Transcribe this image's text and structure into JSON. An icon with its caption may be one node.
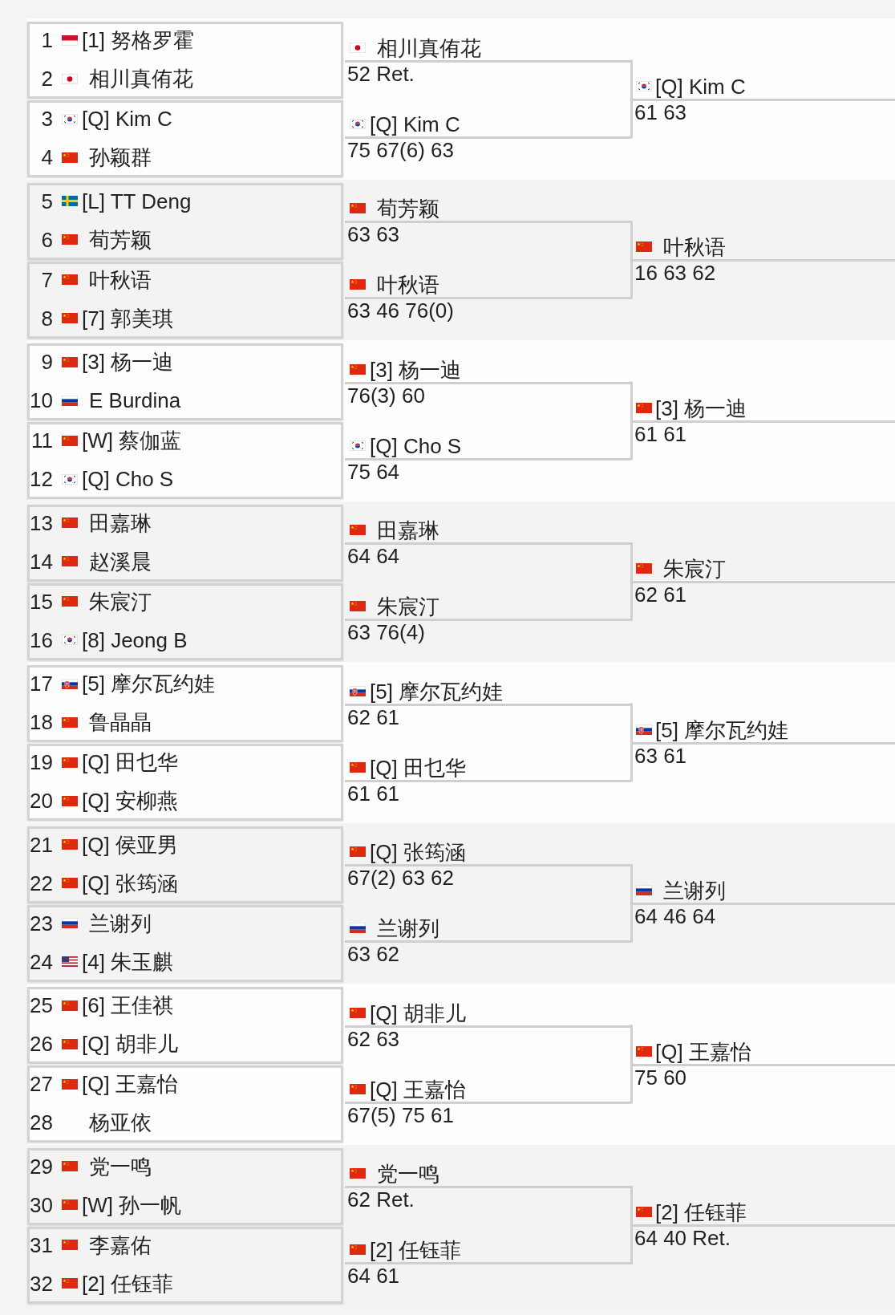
{
  "diagram": {
    "nodes": [
      {
        "text": [
          "1",
          "[1] 努格罗霍",
          "2",
          "相川真侑花"
        ]
      },
      {
        "text": [
          "3",
          "[Q] Kim C",
          "4",
          "孙颖群"
        ]
      },
      {
        "text": [
          "相川真侑花"
        ],
        "beside": [
          "52 Ret."
        ]
      },
      {
        "text": [
          "[Q] Kim C"
        ],
        "beside": [
          "75 67(6) 63"
        ]
      },
      {
        "text": [
          "[Q] Kim C"
        ],
        "beside": [
          "61 63"
        ]
      },
      {
        "text": [
          "5",
          "[L] TT Deng",
          "6",
          "荀芳颖"
        ]
      },
      {
        "text": [
          "7",
          "叶秋语",
          "8",
          "[7] 郭美琪"
        ]
      },
      {
        "text": [
          "荀芳颖"
        ],
        "beside": [
          "63 63"
        ]
      },
      {
        "text": [
          "叶秋语"
        ],
        "beside": [
          "63 46 76(0)"
        ]
      },
      {
        "text": [
          "叶秋语"
        ],
        "beside": [
          "16 63 62"
        ]
      },
      {
        "text": [
          "9",
          "[3] 杨一迪",
          "10",
          "E Burdina"
        ]
      },
      {
        "text": [
          "11",
          "[W] 蔡伽蓝",
          "12",
          "[Q] Cho S"
        ]
      },
      {
        "text": [
          "[3] 杨一迪"
        ],
        "beside": [
          "76(3) 60"
        ]
      },
      {
        "text": [
          "[Q] Cho S"
        ],
        "beside": [
          "75 64"
        ]
      },
      {
        "text": [
          "[3] 杨一迪"
        ],
        "beside": [
          "61 61"
        ]
      },
      {
        "text": [
          "13",
          "田嘉琳",
          "14",
          "赵溪晨"
        ]
      },
      {
        "text": [
          "15",
          "朱宸汀",
          "16",
          "[8] Jeong B"
        ]
      },
      {
        "text": [
          "田嘉琳"
        ],
        "beside": [
          "64 64"
        ]
      },
      {
        "text": [
          "朱宸汀"
        ],
        "beside": [
          "63 76(4)"
        ]
      },
      {
        "text": [
          "朱宸汀"
        ],
        "beside": [
          "62 61"
        ]
      },
      {
        "text": [
          "17",
          "[5] 摩尔瓦约娃",
          "18",
          "鲁晶晶"
        ]
      },
      {
        "text": [
          "19",
          "[Q] 田乜华",
          "20",
          "[Q] 安柳燕"
        ]
      },
      {
        "text": [
          "[5] 摩尔瓦约娃"
        ],
        "beside": [
          "62 61"
        ]
      },
      {
        "text": [
          "[Q] 田乜华"
        ],
        "beside": [
          "61 61"
        ]
      },
      {
        "text": [
          "[5] 摩尔瓦约娃"
        ],
        "beside": [
          "63 61"
        ]
      },
      {
        "text": [
          "21",
          "[Q] 侯亚男",
          "22",
          "[Q] 张筠涵"
        ]
      },
      {
        "text": [
          "23",
          "兰谢列",
          "24",
          "[4] 朱玉麒"
        ]
      },
      {
        "text": [
          "[Q] 张筠涵"
        ],
        "beside": [
          "67(2) 63 62"
        ]
      },
      {
        "text": [
          "兰谢列"
        ],
        "beside": [
          "63 62"
        ]
      },
      {
        "text": [
          "兰谢列"
        ],
        "beside": [
          "64 46 64"
        ]
      },
      {
        "text": [
          "25",
          "[6] 王佳祺",
          "26",
          "[Q] 胡非儿"
        ]
      },
      {
        "text": [
          "27",
          "[Q] 王嘉怡",
          "28",
          "杨亚依"
        ]
      },
      {
        "text": [
          "[Q] 胡非儿"
        ],
        "beside": [
          "62 63"
        ]
      },
      {
        "text": [
          "[Q] 王嘉怡"
        ],
        "beside": [
          "67(5) 75 61"
        ]
      },
      {
        "text": [
          "[Q] 王嘉怡"
        ],
        "beside": [
          "75 60"
        ]
      },
      {
        "text": [
          "29",
          "党一鸣",
          "30",
          "[W] 孙一帆"
        ]
      },
      {
        "text": [
          "31",
          "李嘉佑",
          "32",
          "[2] 任钰菲"
        ]
      },
      {
        "text": [
          "党一鸣"
        ],
        "beside": [
          "62 Ret."
        ]
      },
      {
        "text": [
          "[2] 任钰菲"
        ],
        "beside": [
          "64 61"
        ]
      },
      {
        "text": [
          "[2] 任钰菲"
        ],
        "beside": [
          "64 40 Ret."
        ]
      }
    ],
    "edges": [
      {
        "from": 2,
        "to": 4,
        "arrow": "none"
      },
      {
        "from": 3,
        "to": 4,
        "arrow": "none"
      },
      {
        "from": 7,
        "to": 9,
        "arrow": "none"
      },
      {
        "from": 8,
        "to": 9,
        "arrow": "none"
      },
      {
        "from": 12,
        "to": 14,
        "arrow": "none"
      },
      {
        "from": 13,
        "to": 14,
        "arrow": "none"
      },
      {
        "from": 17,
        "to": 19,
        "arrow": "none"
      },
      {
        "from": 18,
        "to": 19,
        "arrow": "none"
      },
      {
        "from": 22,
        "to": 24,
        "arrow": "none"
      },
      {
        "from": 23,
        "to": 24,
        "arrow": "none"
      },
      {
        "from": 27,
        "to": 29,
        "arrow": "none"
      },
      {
        "from": 28,
        "to": 29,
        "arrow": "none"
      },
      {
        "from": 32,
        "to": 34,
        "arrow": "none"
      },
      {
        "from": 33,
        "to": 34,
        "arrow": "none"
      },
      {
        "from": 37,
        "to": 39,
        "arrow": "none"
      },
      {
        "from": 38,
        "to": 39,
        "arrow": "none"
      }
    ]
  }
}
